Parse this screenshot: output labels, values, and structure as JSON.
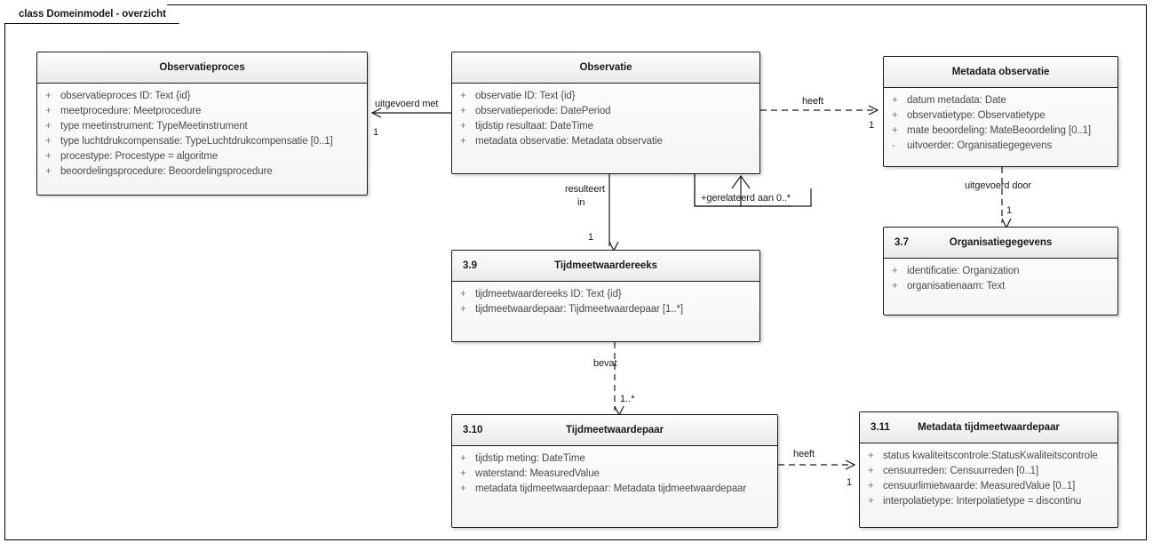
{
  "frame": {
    "title": "class Domeinmodel - overzicht"
  },
  "colors": {
    "border": "#1a1a1a",
    "header_bg": "#f3f3f3",
    "body_bg": "#f7f7f7",
    "visibility": "#5a7fa0",
    "attribute_text": "#4a4a4a",
    "page_bg": "#ffffff"
  },
  "classes": [
    {
      "id": "observatieproces",
      "number": "",
      "name": "Observatieproces",
      "attributes": [
        {
          "visibility": "+",
          "text": "observatieproces ID: Text {id}"
        },
        {
          "visibility": "+",
          "text": "meetprocedure: Meetprocedure"
        },
        {
          "visibility": "+",
          "text": "type meetinstrument: TypeMeetinstrument"
        },
        {
          "visibility": "+",
          "text": "type luchtdrukcompensatie: TypeLuchtdrukcompensatie [0..1]"
        },
        {
          "visibility": "+",
          "text": "procestype: Procestype = algoritme"
        },
        {
          "visibility": "+",
          "text": "beoordelingsprocedure: Beoordelingsprocedure"
        }
      ]
    },
    {
      "id": "observatie",
      "number": "",
      "name": "Observatie",
      "attributes": [
        {
          "visibility": "+",
          "text": "observatie ID: Text {id}"
        },
        {
          "visibility": "+",
          "text": "observatieperiode: DatePeriod"
        },
        {
          "visibility": "+",
          "text": "tijdstip resultaat: DateTime"
        },
        {
          "visibility": "+",
          "text": "metadata observatie: Metadata observatie"
        }
      ]
    },
    {
      "id": "metadata-observatie",
      "number": "",
      "name": "Metadata observatie",
      "attributes": [
        {
          "visibility": "+",
          "text": "datum metadata: Date"
        },
        {
          "visibility": "+",
          "text": "observatietype: Observatietype"
        },
        {
          "visibility": "+",
          "text": "mate beoordeling: MateBeoordeling [0..1]"
        },
        {
          "visibility": "-",
          "text": "uitvoerder: Organisatiegegevens"
        }
      ]
    },
    {
      "id": "organisatiegegevens",
      "number": "3.7",
      "name": "Organisatiegegevens",
      "attributes": [
        {
          "visibility": "+",
          "text": "identificatie: Organization"
        },
        {
          "visibility": "+",
          "text": "organisatienaam: Text"
        }
      ]
    },
    {
      "id": "tijdmeetwaardereeks",
      "number": "3.9",
      "name": "Tijdmeetwaardereeks",
      "attributes": [
        {
          "visibility": "+",
          "text": "tijdmeetwaardereeks ID: Text {id}"
        },
        {
          "visibility": "+",
          "text": "tijdmeetwaardepaar: Tijdmeetwaardepaar [1..*]"
        }
      ]
    },
    {
      "id": "tijdmeetwaardepaar",
      "number": "3.10",
      "name": "Tijdmeetwaardepaar",
      "attributes": [
        {
          "visibility": "+",
          "text": "tijdstip meting: DateTime"
        },
        {
          "visibility": "+",
          "text": "waterstand: MeasuredValue"
        },
        {
          "visibility": "+",
          "text": "metadata tijdmeetwaardepaar: Metadata tijdmeetwaardepaar"
        }
      ]
    },
    {
      "id": "metadata-tijdmeetwaardepaar",
      "number": "3.11",
      "name": "Metadata tijdmeetwaardepaar",
      "attributes": [
        {
          "visibility": "+",
          "text": "status kwaliteitscontrole:StatusKwaliteitscontrole"
        },
        {
          "visibility": "+",
          "text": "censuurreden: Censuurreden [0..1]"
        },
        {
          "visibility": "+",
          "text": "censuurlimietwaarde: MeasuredValue [0..1]"
        },
        {
          "visibility": "+",
          "text": "interpolatietype: Interpolatietype = discontinu"
        }
      ]
    }
  ],
  "connectors": [
    {
      "id": "uitgevoerd-met",
      "label": "uitgevoerd met",
      "multiplicity": "1",
      "style": "solid",
      "from": "observatie",
      "to": "observatieproces"
    },
    {
      "id": "heeft-metadata-observatie",
      "label": "heeft",
      "multiplicity": "1",
      "style": "dashed",
      "from": "observatie",
      "to": "metadata-observatie"
    },
    {
      "id": "gerelateerd-aan",
      "label": "+gerelateerd aan 0..*",
      "multiplicity": "",
      "style": "solid",
      "from": "observatie",
      "to": "observatie"
    },
    {
      "id": "resulteert-in",
      "label_line1": "resulteert",
      "label_line2": "in",
      "multiplicity": "1",
      "style": "solid",
      "from": "observatie",
      "to": "tijdmeetwaardereeks"
    },
    {
      "id": "uitgevoerd-door",
      "label": "uitgevoerd door",
      "multiplicity": "1",
      "style": "dashed",
      "from": "metadata-observatie",
      "to": "organisatiegegevens"
    },
    {
      "id": "bevat",
      "label": "bevat",
      "multiplicity": "1..*",
      "style": "dashed",
      "from": "tijdmeetwaardereeks",
      "to": "tijdmeetwaardepaar"
    },
    {
      "id": "heeft-metadata-tijdpaar",
      "label": "heeft",
      "multiplicity": "1",
      "style": "dashed",
      "from": "tijdmeetwaardepaar",
      "to": "metadata-tijdmeetwaardepaar"
    }
  ]
}
